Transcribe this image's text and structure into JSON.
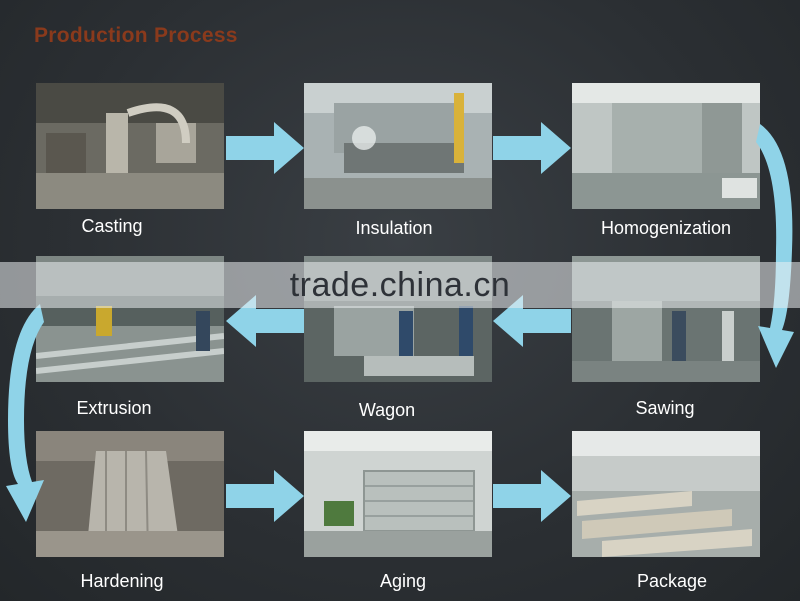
{
  "title": "Production Process",
  "steps": [
    {
      "label": "Casting"
    },
    {
      "label": "Insulation"
    },
    {
      "label": "Homogenization"
    },
    {
      "label": "Extrusion"
    },
    {
      "label": "Wagon"
    },
    {
      "label": "Sawing"
    },
    {
      "label": "Hardening"
    },
    {
      "label": "Aging"
    },
    {
      "label": "Package"
    }
  ],
  "watermark": "trade.china.cn",
  "colors": {
    "title": "#8a3a1c",
    "arrow": "#8fd3e8",
    "background": "#2b2f33",
    "label": "#ffffff"
  }
}
